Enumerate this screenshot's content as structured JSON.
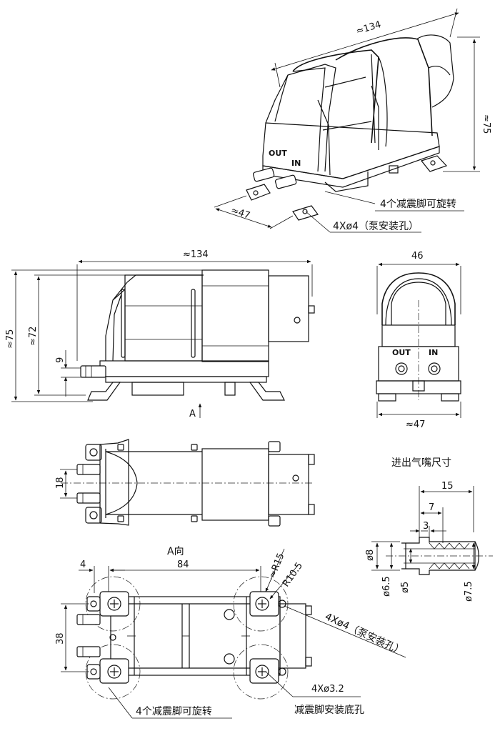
{
  "iso_view": {
    "dim_length": "≈134",
    "dim_height": "≈75",
    "dim_width": "≈47",
    "port_out": "OUT",
    "port_in": "IN",
    "note_feet": "4个减震脚可旋转",
    "note_holes": "4Xø4（泵安装孔）"
  },
  "side_view": {
    "dim_length": "≈134",
    "dim_height_total": "≈75",
    "dim_height_body": "≈72",
    "dim_port_height": "9",
    "arrow_label": "A"
  },
  "front_view": {
    "dim_top_width": "46",
    "dim_base_width": "≈47",
    "port_out": "OUT",
    "port_in": "IN"
  },
  "top_view": {
    "dim_port_spacing": "18"
  },
  "bottom_view": {
    "title": "A向",
    "dim_offset": "4",
    "dim_span": "84",
    "dim_r15": "≈R15",
    "dim_r105": "R10.5",
    "dim_feet_spacing": "38",
    "note_holes": "4Xø4（泵安装孔）",
    "note_bottom_holes": "4Xø3.2",
    "note_bottom_holes_desc": "减震脚安装底孔",
    "note_feet": "4个减震脚可旋转"
  },
  "nozzle_detail": {
    "title": "进出气嘴尺寸",
    "dim_15": "15",
    "dim_7": "7",
    "dim_3": "3",
    "dim_d8": "ø8",
    "dim_d65": "ø6.5",
    "dim_d5": "ø5",
    "dim_d75": "ø7.5"
  }
}
